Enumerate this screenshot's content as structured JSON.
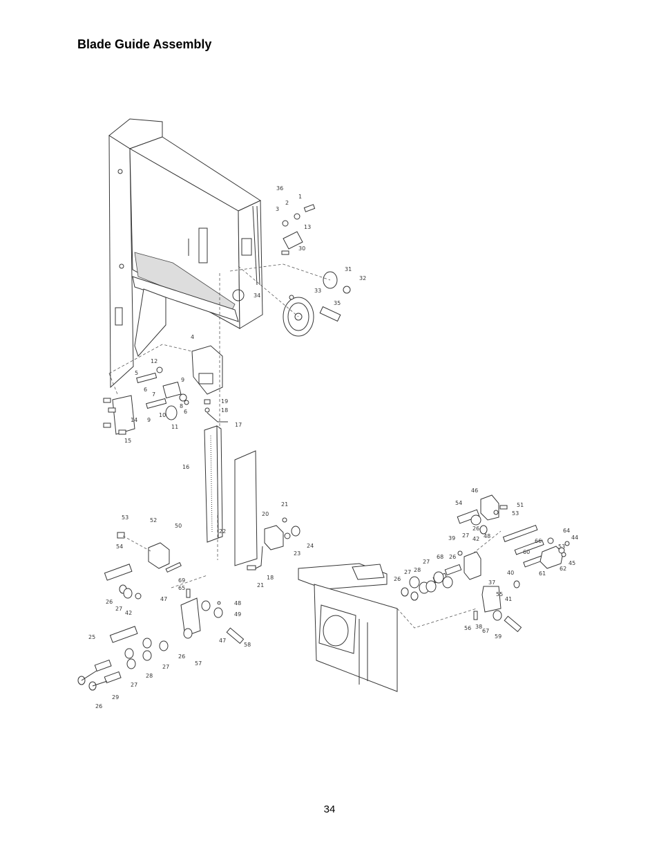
{
  "page": {
    "title": "Blade Guide Assembly",
    "page_number": "34"
  },
  "callouts": [
    "1",
    "2",
    "3",
    "4",
    "5",
    "6",
    "7",
    "8",
    "9",
    "10",
    "11",
    "12",
    "13",
    "14",
    "15",
    "16",
    "17",
    "18",
    "19",
    "20",
    "21",
    "22",
    "23",
    "24",
    "25",
    "26",
    "27",
    "28",
    "29",
    "30",
    "31",
    "32",
    "33",
    "34",
    "35",
    "36",
    "37",
    "38",
    "39",
    "40",
    "41",
    "42",
    "44",
    "45",
    "46",
    "47",
    "48",
    "49",
    "50",
    "51",
    "52",
    "53",
    "54",
    "55",
    "56",
    "57",
    "58",
    "59",
    "60",
    "61",
    "62",
    "64",
    "65",
    "66",
    "67",
    "68",
    "69"
  ]
}
